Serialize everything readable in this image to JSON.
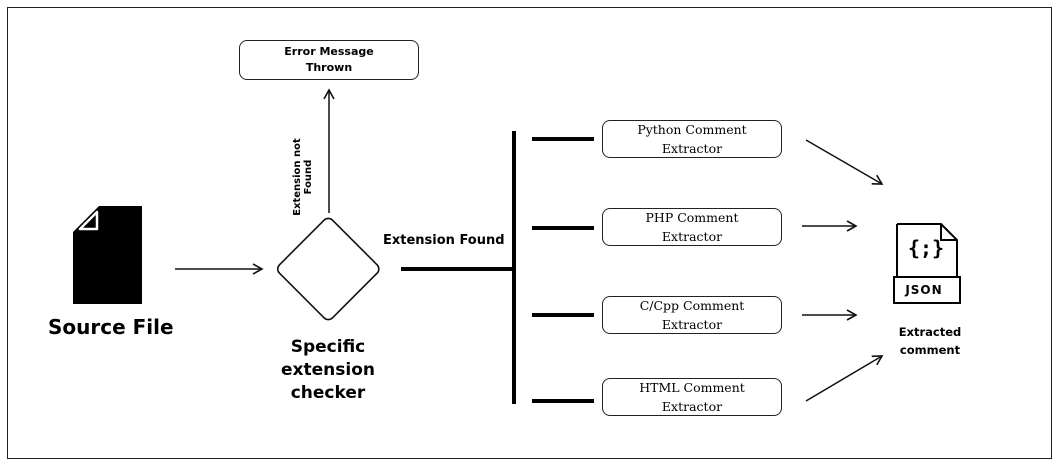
{
  "diagram": {
    "source": {
      "label": "Source File",
      "icon": "document-icon"
    },
    "checker": {
      "label": "Specific\nextension\nchecker"
    },
    "error_box": {
      "label": "Error Message\nThrown"
    },
    "not_found_label": "Extension not Found",
    "found_label": "Extension Found",
    "extractors": [
      {
        "label": "Python Comment\nExtractor"
      },
      {
        "label": "PHP Comment\nExtractor"
      },
      {
        "label": "C/Cpp Comment\nExtractor"
      },
      {
        "label": "HTML Comment\nExtractor"
      }
    ],
    "output": {
      "icon": "json-file-icon",
      "icon_symbol": "{;}",
      "icon_text": "JSON",
      "label": "Extracted\ncomment"
    }
  }
}
